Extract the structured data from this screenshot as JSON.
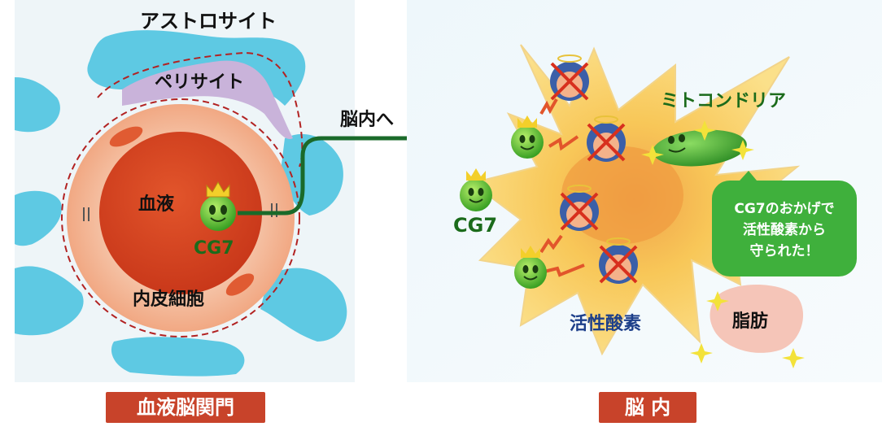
{
  "left_panel": {
    "astrocyte_label": "アストロサイト",
    "pericyte_label": "ペリサイト",
    "blood_label": "血液",
    "cg7_label": "CG7",
    "endothelial_label": "内皮細胞",
    "arrow_label": "脳内へ",
    "title": "血液脳関門"
  },
  "right_panel": {
    "mitochondria_label": "ミトコンドリア",
    "cg7_label": "CG7",
    "ros_label": "活性酸素",
    "fat_label": "脂肪",
    "speech_bubble": [
      "CG7のおかげで",
      "活性酸素から",
      "守られた！"
    ],
    "title": "脳 内"
  },
  "colors": {
    "astrocyte": "#5ec9e3",
    "pericyte": "#c9b3da",
    "blood": "#d8401e",
    "endothelium": "#f3b394",
    "arrow": "#1a6a2a",
    "cell": "#f7cc5a",
    "mitochondria": "#3eaa3a",
    "speech_bubble": "#3fb03c",
    "title_box": "#c8432a"
  },
  "icons": [
    "crown-icon",
    "cg7-character-icon",
    "ros-character-icon",
    "cross-mark-icon",
    "zigzag-attack-icon",
    "sparkle-icon"
  ]
}
